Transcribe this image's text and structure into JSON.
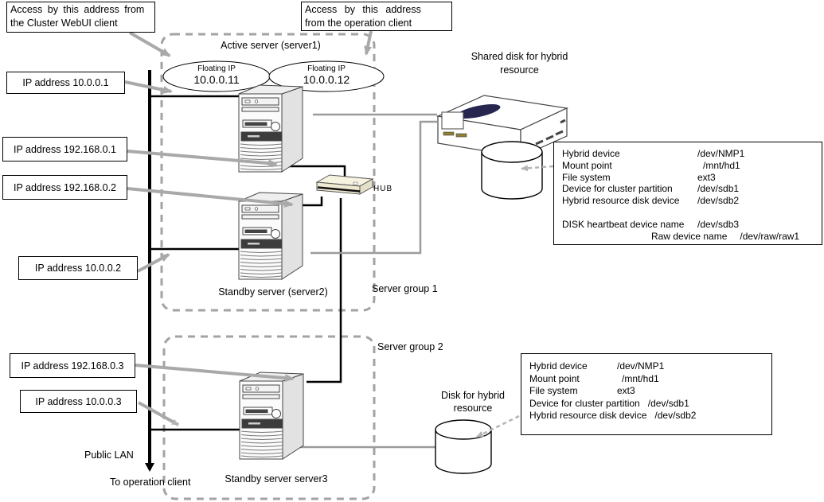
{
  "callout_webui": {
    "line1": "Access by this address from",
    "line2": "the Cluster WebUI client"
  },
  "callout_operation": {
    "line1": "Access by this address",
    "line2": "from the operation client"
  },
  "floating_ip_1": {
    "label": "Floating IP",
    "ip": "10.0.0.11"
  },
  "floating_ip_2": {
    "label": "Floating IP",
    "ip": "10.0.0.12"
  },
  "server1_label": "Active server (server1)",
  "server2_label": "Standby server (server2)",
  "server3_label": "Standby server server3",
  "group1_label": "Server group 1",
  "group2_label": "Server group 2",
  "hub_label": "HUB",
  "shared_disk_label": {
    "line1": "Shared disk for hybrid",
    "line2": "resource"
  },
  "disk2_label": {
    "line1": "Disk for hybrid",
    "line2": "resource"
  },
  "public_lan_label": "Public LAN",
  "to_operation_client_label": "To operation client",
  "ip_boxes": [
    {
      "text": "IP address 10.0.0.1"
    },
    {
      "text": "IP address 192.168.0.1"
    },
    {
      "text": "IP address 192.168.0.2"
    },
    {
      "text": "IP address 10.0.0.2"
    },
    {
      "text": "IP address 192.168.0.3"
    },
    {
      "text": "IP address 10.0.0.3"
    }
  ],
  "info_box1": {
    "rows": [
      {
        "label": "Hybrid device",
        "value": "/dev/NMP1"
      },
      {
        "label": "Mount point",
        "value": "/mnt/hd1"
      },
      {
        "label": "File system",
        "value": "ext3"
      },
      {
        "label": "Device for cluster partition",
        "value": "/dev/sdb1"
      },
      {
        "label": "Hybrid resource disk device",
        "value": "/dev/sdb2"
      },
      {
        "label": "",
        "value": ""
      },
      {
        "label": "DISK heartbeat device name",
        "value": "/dev/sdb3"
      },
      {
        "label": "Raw device name",
        "value": "/dev/raw/raw1"
      }
    ]
  },
  "info_box2": {
    "rows": [
      {
        "label": "Hybrid device",
        "value": "/dev/NMP1"
      },
      {
        "label": "Mount point",
        "value": "/mnt/hd1"
      },
      {
        "label": "File system",
        "value": "ext3"
      },
      {
        "label": "Device for cluster partition",
        "value": "/dev/sdb1"
      },
      {
        "label": "Hybrid resource disk device",
        "value": "/dev/sdb2"
      }
    ]
  },
  "colors": {
    "callout_arrow": "#a9a9a9",
    "group_border": "#a3a3a3",
    "san_line": "#9b9b9b",
    "dashed_arrow": "#b5b5b5",
    "lan_line": "#000000",
    "disk_platter": "#26264f",
    "hub_fill": "#f6f3e0"
  }
}
